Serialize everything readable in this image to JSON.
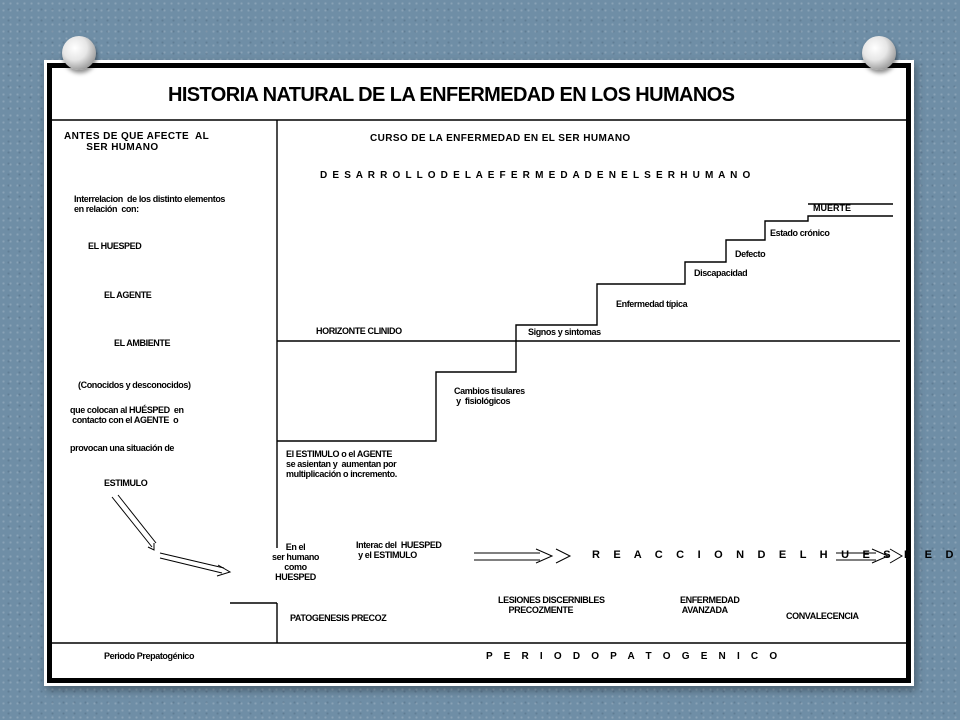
{
  "title": "HISTORIA NATURAL DE LA ENFERMEDAD EN LOS HUMANOS",
  "left": {
    "header": "ANTES DE QUE AFECTE  AL\n       SER HUMANO",
    "interrelation": "Interrelacion  de los distinto elementos\nen relación  con:",
    "huesped": "EL HUESPED",
    "agente": "EL AGENTE",
    "ambiente": "EL AMBIENTE",
    "conocidos": "(Conocidos y desconocidos)",
    "que_colocan": "que colocan al HUÉSPED  en\n contacto con el AGENTE  o",
    "provocan": "provocan una situación de",
    "estimulo": "ESTIMULO"
  },
  "right": {
    "curso": "CURSO  DE  LA ENFERMEDAD  EN EL SER HUMANO",
    "desarrollo": "D E S A R R O L L O   D E   L A   E F E R M E D A D   E N  E L   S E R  H U M A N O",
    "horizonte": "HORIZONTE CLINIDO",
    "stages": {
      "muerte": "MUERTE",
      "estado_cronico": "Estado crónico",
      "defecto": "Defecto",
      "discapacidad": "Discapacidad",
      "enfermedad_tipica": "Enfermedad típica",
      "signos": "Signos y sintomas",
      "cambios": "Cambios tisulares\n y  fisiológicos"
    },
    "estimulo_agente": "El ESTIMULO o el AGENTE\nse asientan y  aumentan por\nmultiplicación o incremento.",
    "en_el": "En el\nser humano\ncomo\nHUESPED",
    "interac": "Interac del  HUESPED\n y el ESTIMULO",
    "reaccion": "R E A C C I O N  D E L  H U E S P E D",
    "patogenesis": "PATOGENESIS PRECOZ",
    "lesiones": "LESIONES DISCERNIBLES\n     PRECOZMENTE",
    "enfermedad": "ENFERMEDAD\n AVANZADA",
    "convalecencia": "CONVALECENCIA"
  },
  "footer": {
    "prepatogenico": "Periodo  Prepatogénico",
    "patogenico": "P E R I O D O   P A T O G E N I C O"
  }
}
